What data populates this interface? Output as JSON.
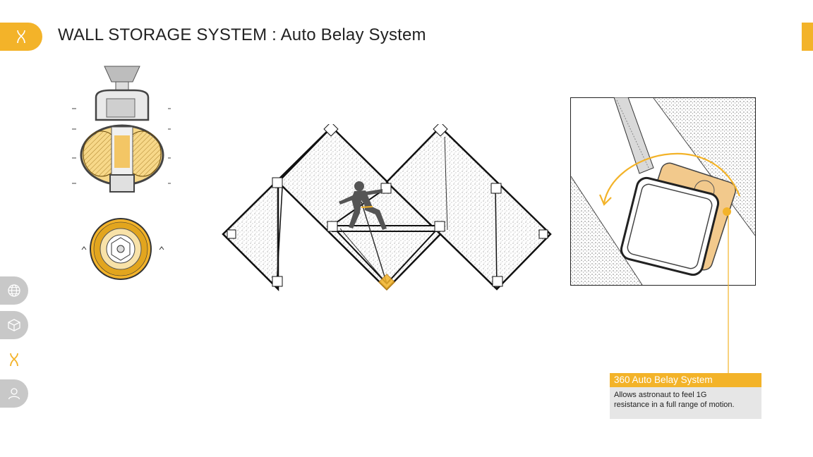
{
  "header": {
    "title": "WALL STORAGE SYSTEM : Auto Belay System",
    "tab_icon": "helix-icon"
  },
  "nav": {
    "items": [
      {
        "icon": "globe-icon"
      },
      {
        "icon": "cube-icon"
      },
      {
        "icon": "helix-icon",
        "active": true
      },
      {
        "icon": "user-icon"
      }
    ]
  },
  "callout": {
    "title": "360 Auto Belay System",
    "body": "Allows astronaut to feel 1G\nresistance in a full range of motion."
  },
  "colors": {
    "accent": "#f3b329",
    "nav_gray": "#c8c8c8",
    "callout_bg": "#e6e6e6"
  }
}
